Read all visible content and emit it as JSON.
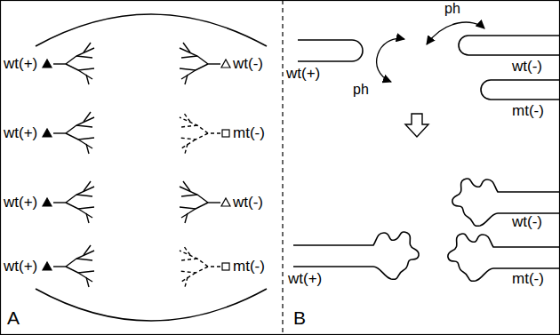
{
  "diagram": {
    "labels": [
      "wt(+)",
      "wt(-)",
      "wt(+)",
      "mt(-)",
      "wt(+)",
      "wt(-)",
      "wt(+)",
      "mt(-)",
      "A",
      "ph",
      "wt(+)",
      "wt(-)",
      "ph",
      "mt(-)",
      "wt(+)",
      "wt(-)",
      "mt(-)",
      "B"
    ]
  }
}
